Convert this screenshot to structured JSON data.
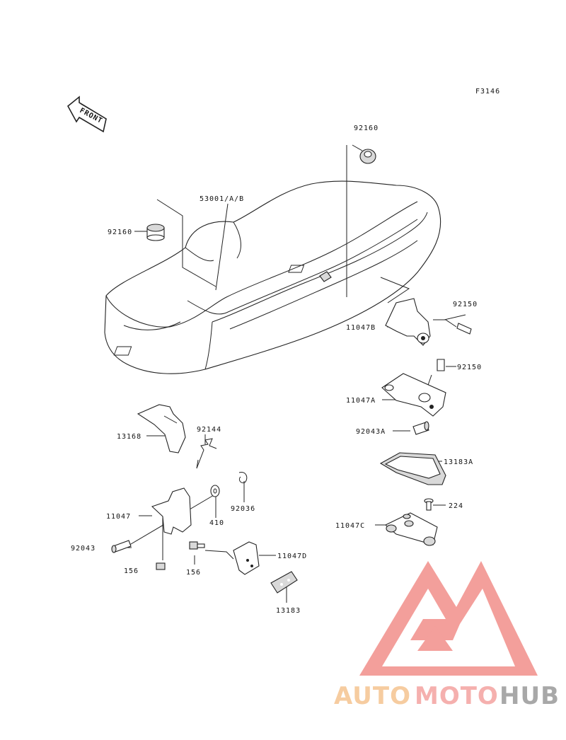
{
  "figure_code": "F3146",
  "front_label": "FRONT",
  "parts": {
    "p92160_top": "92160",
    "p53001": "53001/A/B",
    "p92160_left": "92160",
    "p92150_a": "92150",
    "p11047b": "11047B",
    "p92150_b": "92150",
    "p11047a": "11047A",
    "p13168": "13168",
    "p92144": "92144",
    "p92043a": "92043A",
    "p13183a": "13183A",
    "p92036": "92036",
    "p11047": "11047",
    "p410": "410",
    "p224": "224",
    "p11047c": "11047C",
    "p92043": "92043",
    "p156_a": "156",
    "p156_b": "156",
    "p11047d": "11047D",
    "p13183": "13183"
  },
  "watermark": {
    "text_auto": "AUTO",
    "text_moto": "MOTO",
    "text_hub": "HUB",
    "color_auto": "#f5c490",
    "color_moto": "#f4a3a0",
    "color_hub": "#9a9a9a"
  }
}
